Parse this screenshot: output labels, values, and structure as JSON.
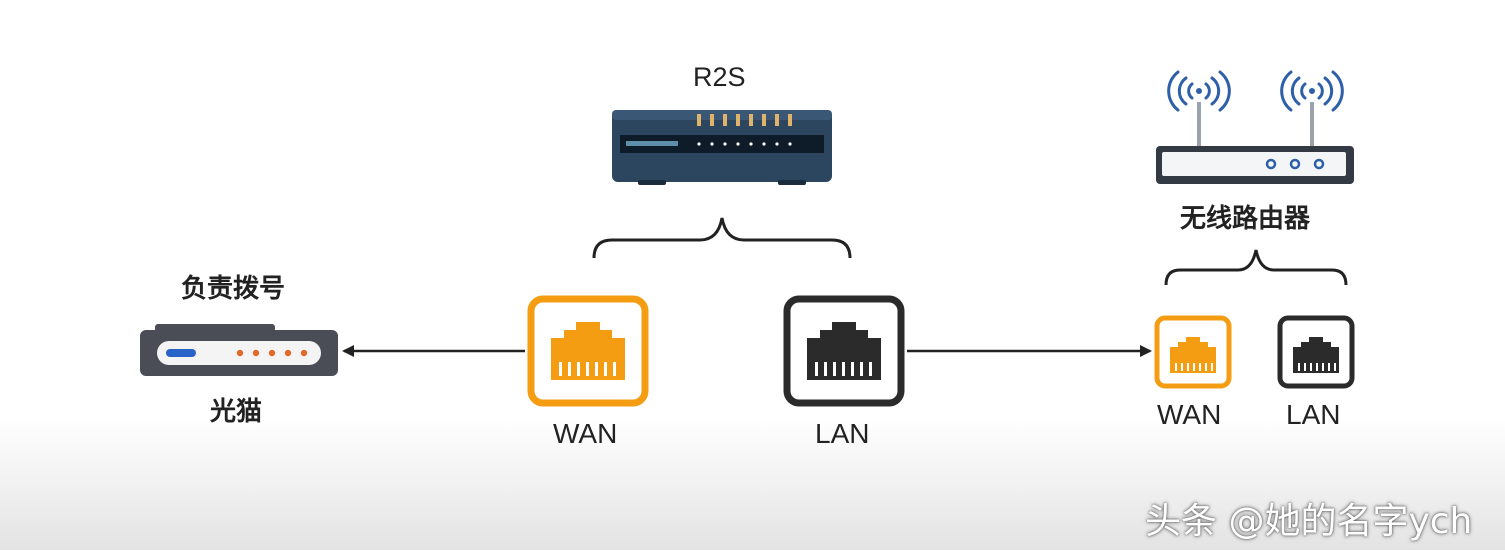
{
  "labels": {
    "r2s": "R2S",
    "dial": "负责拨号",
    "modem": "光猫",
    "wireless_router": "无线路由器",
    "r2s_wan": "WAN",
    "r2s_lan": "LAN",
    "router_wan": "WAN",
    "router_lan": "LAN"
  },
  "watermark": "头条 @她的名字ych",
  "colors": {
    "wan_port": "#f59d12",
    "lan_port": "#2b2b2b",
    "r2s_body": "#2c4660",
    "antenna_waves": "#2f5fa8",
    "modem_accent": "#2a63c7",
    "modem_leds": "#e06a2c"
  },
  "icons": [
    "r2s-device-icon",
    "wifi-router-icon",
    "modem-icon",
    "ethernet-port-icon"
  ]
}
